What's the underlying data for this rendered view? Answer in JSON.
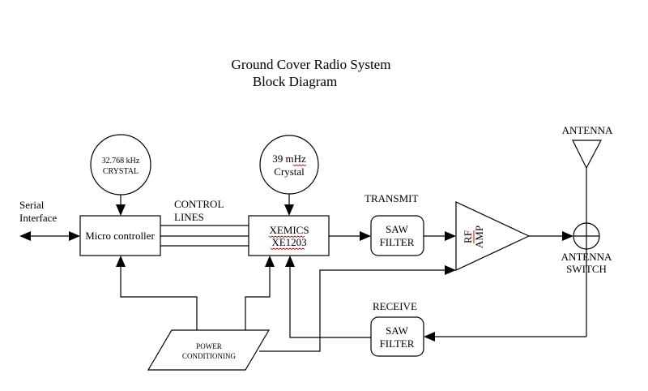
{
  "title": {
    "line1": "Ground Cover Radio System",
    "line2": "Block Diagram"
  },
  "blocks": {
    "crystal1": {
      "line1": "32.768 kHz",
      "line2": "CRYSTAL"
    },
    "crystal2": {
      "line1": "39 mHz",
      "line2": "Crystal"
    },
    "microcontroller": {
      "label": "Micro controller"
    },
    "transceiver": {
      "line1": "XEMICS",
      "line2": "XE1203"
    },
    "saw_transmit": {
      "line1": "SAW",
      "line2": "FILTER"
    },
    "saw_receive": {
      "line1": "SAW",
      "line2": "FILTER"
    },
    "rf_amp": {
      "line1": "RF",
      "line2": "AMP"
    },
    "power": {
      "line1": "POWER",
      "line2": "CONDITIONING"
    },
    "antenna_switch": {
      "line1": "ANTENNA",
      "line2": "SWITCH"
    }
  },
  "labels": {
    "serial_line1": "Serial",
    "serial_line2": "Interface",
    "control_line1": "CONTROL",
    "control_line2": "LINES",
    "transmit": "TRANSMIT",
    "receive": "RECEIVE",
    "antenna": "ANTENNA"
  }
}
